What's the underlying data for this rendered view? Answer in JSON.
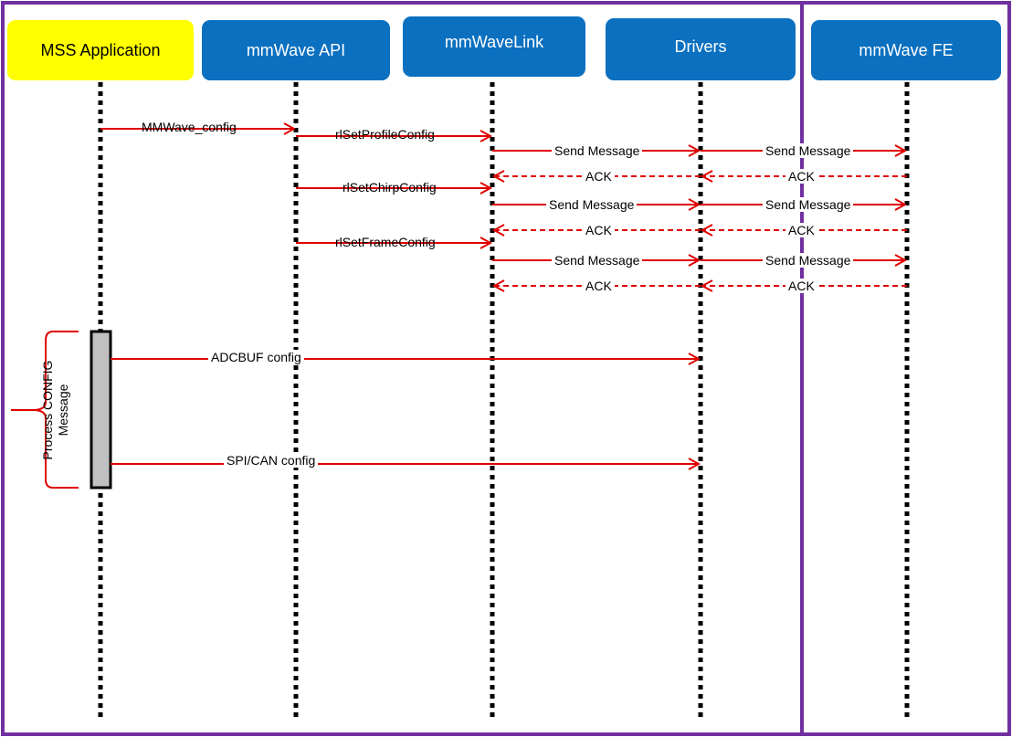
{
  "participants": [
    {
      "id": "mss",
      "label": "MSS Application"
    },
    {
      "id": "api",
      "label": "mmWave API"
    },
    {
      "id": "link",
      "label": "mmWaveLink"
    },
    {
      "id": "drivers",
      "label": "Drivers"
    },
    {
      "id": "fe",
      "label": "mmWave FE"
    }
  ],
  "messages": {
    "mmwave_config": "MMWave_config",
    "profile": "rlSetProfileConfig",
    "chirp": "rlSetChirpConfig",
    "frame": "rlSetFrameConfig",
    "send": "Send Message",
    "ack": "ACK",
    "adcbuf": "ADCBUF config",
    "spican": "SPI/CAN config"
  },
  "process": {
    "line1": "Process CONFIG",
    "line2": "Message"
  },
  "colors": {
    "frame": "#7030a0",
    "header_blue": "#0b70c0",
    "header_yellow": "#ffff00",
    "arrow": "#e00000",
    "activation_fill": "#c0c0c0"
  }
}
